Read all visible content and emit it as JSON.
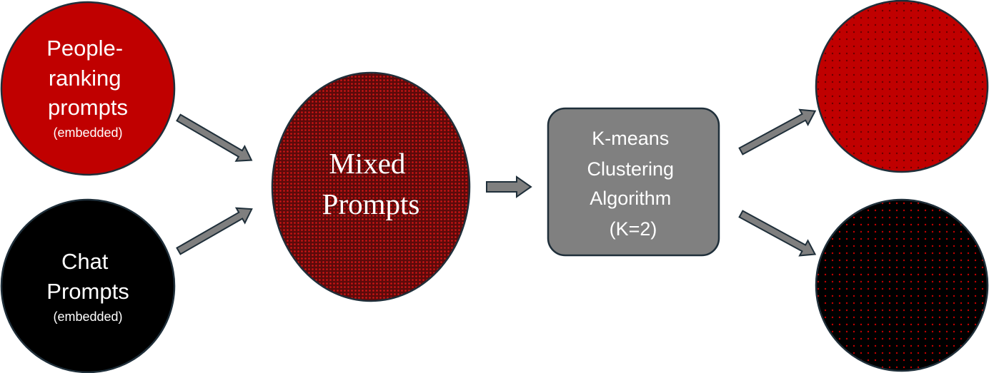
{
  "nodes": {
    "people_ranking": {
      "lines": [
        "People-",
        "ranking",
        "prompts"
      ],
      "sub": "(embedded)",
      "color": "#c00000"
    },
    "chat": {
      "lines": [
        "Chat",
        "Prompts"
      ],
      "sub": "(embedded)",
      "color": "#000000"
    },
    "mixed": {
      "lines": [
        "Mixed",
        "Prompts"
      ],
      "base_color": "#5c0a0a",
      "dot_color": "#d01515"
    },
    "kmeans": {
      "lines": [
        "K-means",
        "Clustering",
        "Algorithm",
        "(K=2)"
      ],
      "color": "#808080"
    },
    "cluster_red": {
      "color": "#c00000",
      "dot_color": "#6a0000"
    },
    "cluster_black": {
      "color": "#000000",
      "dot_color": "#c00000"
    }
  },
  "colors": {
    "outline": "#1f2f3a",
    "arrow_fill": "#7f7f7f",
    "arrow_stroke": "#1f2f3a",
    "text_light": "#ffffff"
  }
}
